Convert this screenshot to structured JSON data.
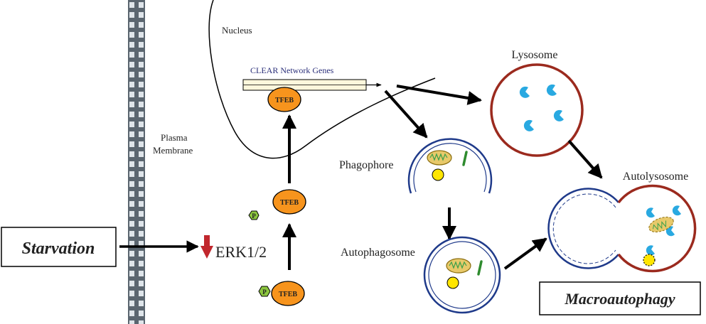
{
  "labels": {
    "nucleus": "Nucleus",
    "clear_genes": "CLEAR Network Genes",
    "plasma_line1": "Plasma",
    "plasma_line2": "Membrane",
    "lysosome": "Lysosome",
    "phagophore": "Phagophore",
    "autophagosome": "Autophagosome",
    "autolysosome": "Autolysosome",
    "starvation": "Starvation",
    "erk": "ERK1/2",
    "macroautophagy": "Macroautophagy",
    "tfeb": "TFEB",
    "phospho": "P"
  },
  "colors": {
    "tfeb_fill": "#f7941d",
    "phospho_fill": "#8cc63f",
    "lysosome_ring": "#9b2a1e",
    "vesicle_ring": "#1f3a8a",
    "down_arrow": "#c1272d",
    "hydrolase": "#29a9e1",
    "mito_fill": "#e8c96a",
    "cargo_dot": "#ffe600",
    "membrane_dark": "#5b6670",
    "membrane_light": "#dfe5ea"
  }
}
